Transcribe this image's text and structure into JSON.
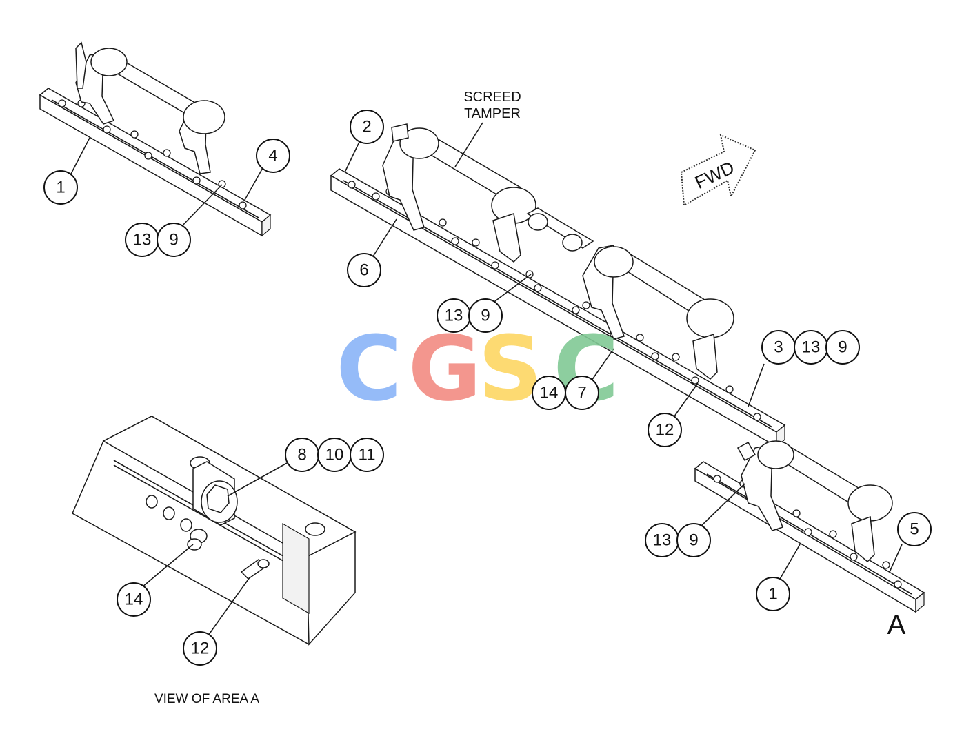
{
  "labels": {
    "screed_tamper_line1": "SCREED",
    "screed_tamper_line2": "TAMPER",
    "fwd": "FWD",
    "area_letter": "A",
    "view_caption": "VIEW OF AREA A"
  },
  "watermark": {
    "letters": [
      "C",
      "G",
      "S",
      "C"
    ],
    "colors": [
      "#8ab4f8",
      "#f28b82",
      "#fdd663",
      "#81c995"
    ]
  },
  "callouts": [
    {
      "id": "c-1-topleft",
      "text": "1"
    },
    {
      "id": "c-4",
      "text": "4"
    },
    {
      "id": "c-13-topleft",
      "text": "13"
    },
    {
      "id": "c-9-topleft",
      "text": "9"
    },
    {
      "id": "c-2",
      "text": "2"
    },
    {
      "id": "c-6",
      "text": "6"
    },
    {
      "id": "c-13-mid",
      "text": "13"
    },
    {
      "id": "c-9-mid",
      "text": "9"
    },
    {
      "id": "c-3",
      "text": "3"
    },
    {
      "id": "c-13-right",
      "text": "13"
    },
    {
      "id": "c-9-right",
      "text": "9"
    },
    {
      "id": "c-14-mid",
      "text": "14"
    },
    {
      "id": "c-7",
      "text": "7"
    },
    {
      "id": "c-12-mid",
      "text": "12"
    },
    {
      "id": "c-8",
      "text": "8"
    },
    {
      "id": "c-10",
      "text": "10"
    },
    {
      "id": "c-11",
      "text": "11"
    },
    {
      "id": "c-13-lowright",
      "text": "13"
    },
    {
      "id": "c-9-lowright",
      "text": "9"
    },
    {
      "id": "c-5",
      "text": "5"
    },
    {
      "id": "c-1-lowright",
      "text": "1"
    },
    {
      "id": "c-14-detail",
      "text": "14"
    },
    {
      "id": "c-12-detail",
      "text": "12"
    }
  ]
}
